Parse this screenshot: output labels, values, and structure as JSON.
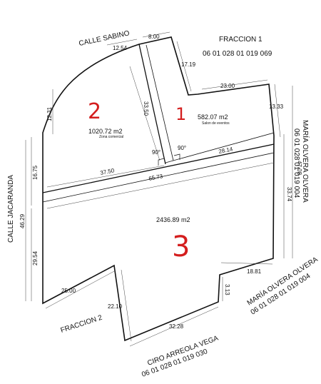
{
  "streets": {
    "sabino": "CALLE SABINO",
    "jacaranda": "CALLE JACARANDA"
  },
  "neighbors": {
    "fraccion1_name": "FRACCION 1",
    "fraccion1_code": "06 01 028 01 019 069",
    "fraccion2_name": "FRACCION 2",
    "olvera_top_name": "MARÍA OLVERA OLVERA",
    "olvera_top_code": "06 01 028 01 019 004",
    "olvera_bottom_name": "MARÍA OLVERA OLVERA",
    "olvera_bottom_code": "06 01 028 01 019 004",
    "arreola_name": "CIRO ARREOLA VEGA",
    "arreola_code": "06 01 028 01 019 030"
  },
  "lots": {
    "lot1": {
      "number": "1",
      "area": "582.07 m2",
      "use": "Salon de eventos"
    },
    "lot2": {
      "number": "2",
      "area": "1020.72 m2",
      "use": "Zona comercial"
    },
    "lot3": {
      "number": "3",
      "area": "2436.89 m2"
    }
  },
  "dimensions": {
    "d12_54": "12.54",
    "d8_00": "8.00",
    "d17_19": "17.19",
    "d23_00": "23.00",
    "d13_33": "13.33",
    "d47_08": "47.08",
    "d33_74": "33.74",
    "d33_50": "33.50",
    "d12_31": "12.31",
    "d16_75": "16.75",
    "d46_29": "46.29",
    "d29_54": "29.54",
    "d37_50": "37.50",
    "d65_73": "65.73",
    "d28_14": "28.14",
    "d25_00": "25.00",
    "d22_10": "22.10",
    "d32_28": "32.28",
    "d18_81": "18.81",
    "d3_13": "3.13",
    "angle_left": "90°",
    "angle_right": "90°"
  }
}
